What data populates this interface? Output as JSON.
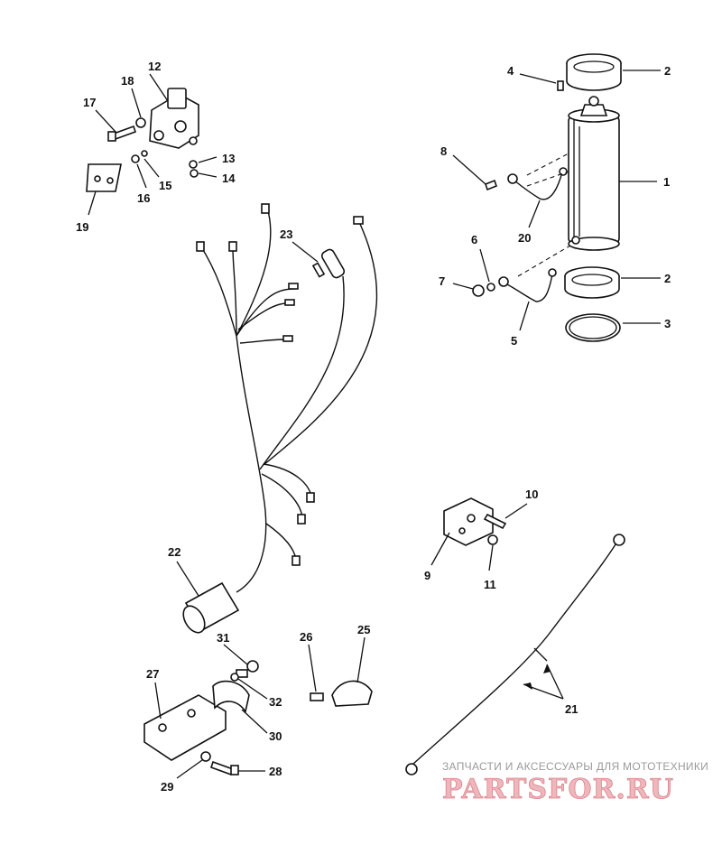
{
  "callouts": {
    "n1": "1",
    "n2a": "2",
    "n2b": "2",
    "n3": "3",
    "n4": "4",
    "n5": "5",
    "n6": "6",
    "n7": "7",
    "n8": "8",
    "n9": "9",
    "n10": "10",
    "n11": "11",
    "n12": "12",
    "n13": "13",
    "n14": "14",
    "n15": "15",
    "n16": "16",
    "n17": "17",
    "n18": "18",
    "n19": "19",
    "n20": "20",
    "n21": "21",
    "n22": "22",
    "n23": "23",
    "n25": "25",
    "n26": "26",
    "n27": "27",
    "n28": "28",
    "n29": "29",
    "n30": "30",
    "n31": "31",
    "n32": "32"
  },
  "watermark": {
    "caption": "ЗАПЧАСТИ И АКСЕССУАРЫ ДЛЯ МОТОТЕХНИКИ",
    "brand": "PARTSFOR.RU"
  },
  "colors": {
    "line": "#111111",
    "watermark_brand": "#efb7bc",
    "watermark_caption": "#9a9a9a"
  }
}
